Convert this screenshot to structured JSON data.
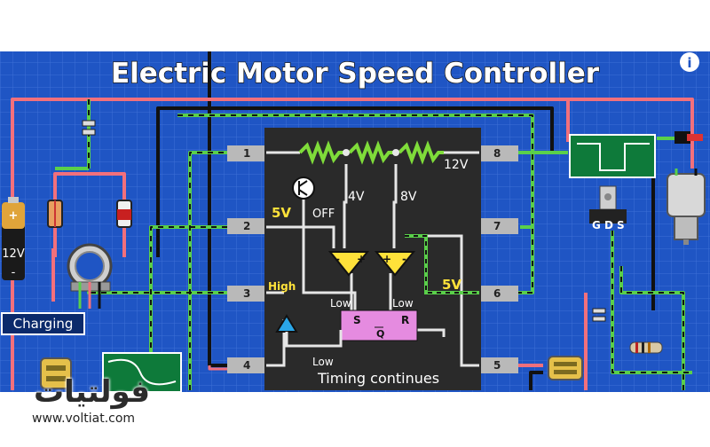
{
  "title": "Electric Motor Speed Controller",
  "info_icon": "i",
  "battery": {
    "plus": "+",
    "label": "12V",
    "minus": "-"
  },
  "charging": "Charging",
  "ic": {
    "pins_left": [
      "1",
      "2",
      "3",
      "4"
    ],
    "pins_right": [
      "8",
      "7",
      "6",
      "5"
    ],
    "v_12": "12V",
    "v_4": "4V",
    "v_8": "8V",
    "v_5_left": "5V",
    "v_5_right": "5V",
    "off": "OFF",
    "high": "High",
    "low_left": "Low",
    "low_right": "Low",
    "low_bottom": "Low",
    "s": "S",
    "r": "R",
    "q": "Q",
    "plus": "+",
    "minus": "-",
    "timing": "Timing continues"
  },
  "mosfet": {
    "g": "G",
    "d": "D",
    "s": "S"
  },
  "watermark": {
    "arabic": "فولتيات",
    "url": "www.voltiat.com"
  },
  "colors": {
    "board": "#1f55c4",
    "ic": "#2a2a2a",
    "wire_green": "#5ad04a",
    "wire_pink": "#f2707c",
    "wire_black": "#111111",
    "resistor": "#7fdc3a",
    "flipflop": "#e58be0",
    "comparator": "#ffe23a",
    "trigger": "#2aa6e8",
    "scope": "#0e7a3a"
  }
}
